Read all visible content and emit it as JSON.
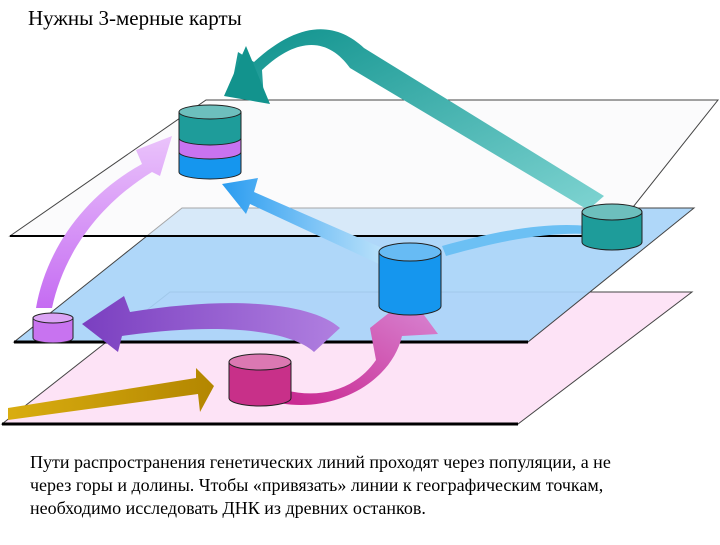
{
  "title": "Нужны 3-мерные карты",
  "caption": {
    "line1": "Пути распространения генетических линий проходят через популяции, а не",
    "line2": "через горы и долины. Чтобы «привязать» линии к географическим точкам,",
    "line3": "необходимо исследовать ДНК из древних останков."
  },
  "colors": {
    "plane_top": "#f7f7f9",
    "plane_middle": "#a8d4f8",
    "plane_bottom": "#fde3f6",
    "teal_arrow": "#20a5a0",
    "blue_arrow": "#5bb6f0",
    "violet_arrow": "#c98cf5",
    "purple_arrow": "#8f4fc8",
    "magenta_arrow": "#d43c9a",
    "gold_arrow": "#c99a00",
    "cyl_teal": "#1e9c9a",
    "cyl_blue": "#1596ee",
    "cyl_magenta": "#c83089",
    "cyl_violet": "#c873f0"
  }
}
